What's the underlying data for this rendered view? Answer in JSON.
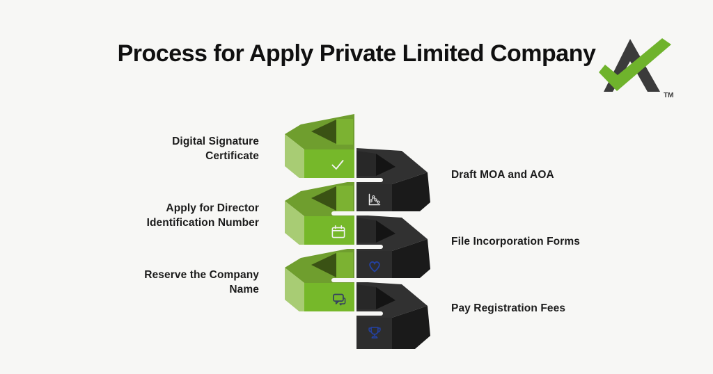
{
  "title": "Process for Apply Private Limited Company",
  "logo": {
    "trademark": "TM"
  },
  "steps": [
    {
      "side": "left",
      "label": "Digital Signature Certificate",
      "lines": [
        "Digital Signature",
        "Certificate"
      ],
      "icon": "check-icon",
      "chevron": "green-left"
    },
    {
      "side": "right",
      "label": "Draft MOA and AOA",
      "lines": [
        "Draft MOA and AOA"
      ],
      "icon": "line-chart-icon",
      "chevron": "dark-right"
    },
    {
      "side": "left",
      "label": "Apply for Director Identification Number",
      "lines": [
        "Apply for Director",
        "Identification Number"
      ],
      "icon": "calendar-icon",
      "chevron": "green-left"
    },
    {
      "side": "right",
      "label": "File Incorporation Forms",
      "lines": [
        "File Incorporation Forms"
      ],
      "icon": "heart-icon",
      "chevron": "dark-right"
    },
    {
      "side": "left",
      "label": "Reserve the Company Name",
      "lines": [
        "Reserve the Company",
        "Name"
      ],
      "icon": "chat-bubbles-icon",
      "chevron": "green-left"
    },
    {
      "side": "right",
      "label": "Pay Registration Fees",
      "lines": [
        "Pay Registration Fees"
      ],
      "icon": "trophy-icon",
      "chevron": "dark-right"
    }
  ],
  "colors": {
    "background": "#f7f7f5",
    "title_text": "#101010",
    "label_text": "#1b1b1b",
    "green_front": "#76b82a",
    "green_top": "#6f9e2e",
    "green_side_light": "#a8cc74",
    "green_notch_dark": "#3a5214",
    "green_notch_inner": "#7cb232",
    "dark_front": "#2d2d2d",
    "dark_top": "#313131",
    "dark_side": "#1a1a1a",
    "dark_notch": "#141414",
    "dark_notch_inner": "#282828",
    "icon_white": "#f2f2f2",
    "icon_navy": "#2441a0",
    "icon_slate": "#35415f",
    "logo_dark": "#3b3b3b",
    "logo_green": "#6fb32c"
  }
}
